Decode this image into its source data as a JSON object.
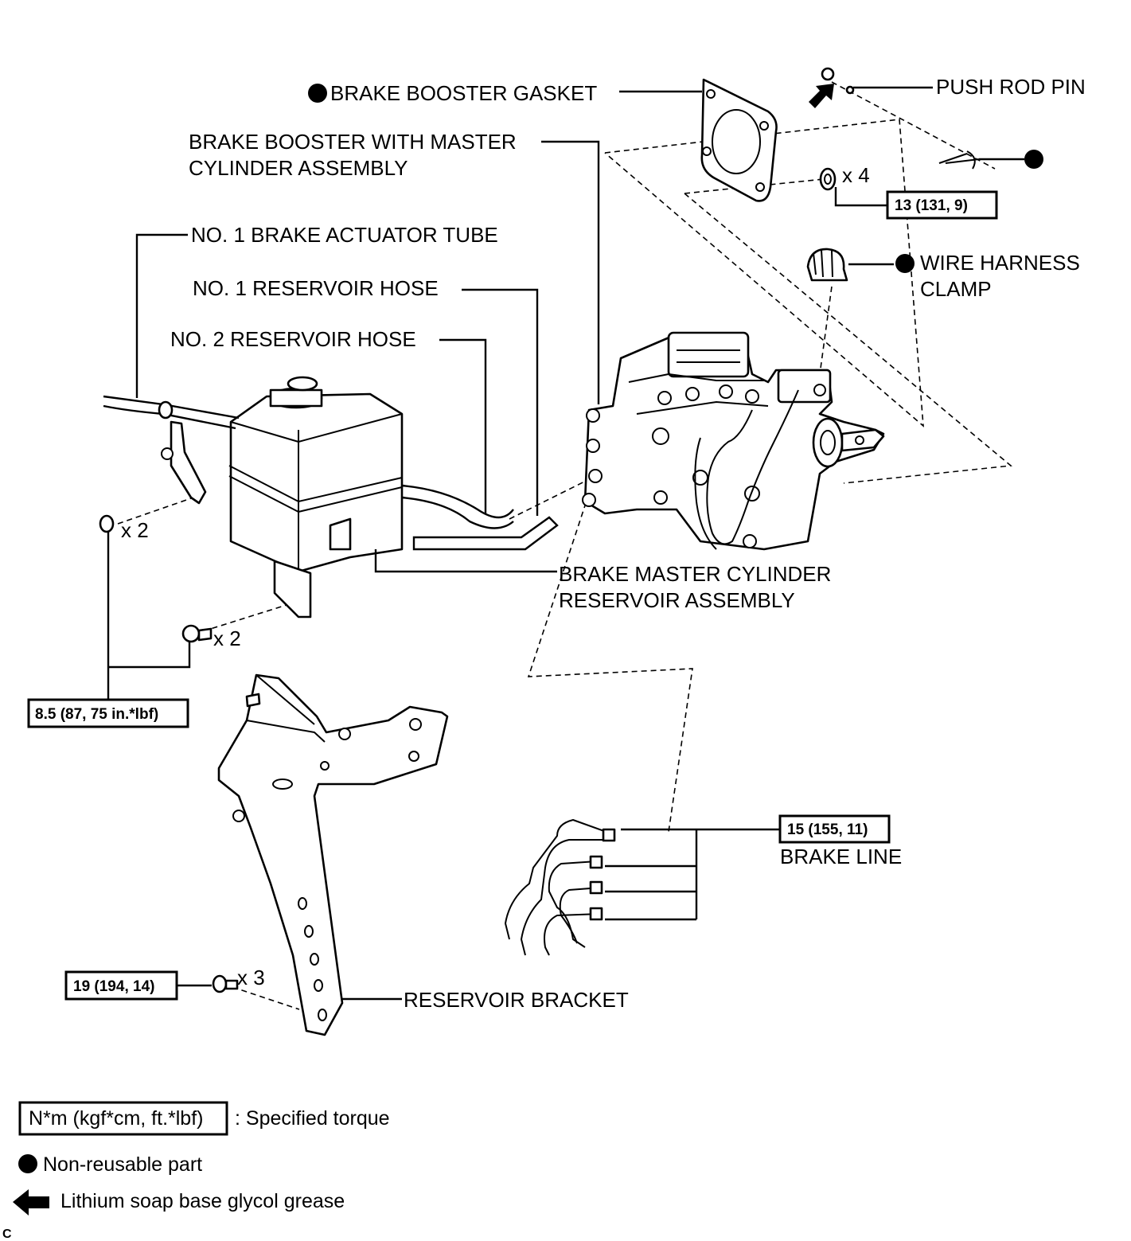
{
  "labels": {
    "brake_booster_gasket": "BRAKE BOOSTER GASKET",
    "push_rod_pin": "PUSH ROD PIN",
    "booster_assembly_line1": "BRAKE BOOSTER WITH MASTER",
    "booster_assembly_line2": "CYLINDER ASSEMBLY",
    "actuator_tube": "NO. 1 BRAKE ACTUATOR TUBE",
    "reservoir_hose_1": "NO. 1 RESERVOIR HOSE",
    "reservoir_hose_2": "NO. 2 RESERVOIR HOSE",
    "wire_harness_line1": "WIRE HARNESS",
    "wire_harness_line2": "CLAMP",
    "reservoir_assembly_line1": "BRAKE MASTER CYLINDER",
    "reservoir_assembly_line2": "RESERVOIR ASSEMBLY",
    "brake_line": "BRAKE LINE",
    "reservoir_bracket": "RESERVOIR BRACKET"
  },
  "quantities": {
    "booster_nuts": "x 4",
    "tube_bracket_nuts": "x 2",
    "reservoir_bolts": "x 2",
    "bracket_bolts": "x 3"
  },
  "torques": {
    "booster_nuts": "13 (131, 9)",
    "reservoir_mount": "8.5 (87, 75 in.*lbf)",
    "brake_line": "15 (155, 11)",
    "bracket_bolts": "19 (194, 14)"
  },
  "legend": {
    "torque_box": "N*m (kgf*cm, ft.*lbf)",
    "torque_text": ": Specified torque",
    "non_reusable": "Non-reusable part",
    "grease": "Lithium soap base glycol grease"
  },
  "corner_code": "C"
}
